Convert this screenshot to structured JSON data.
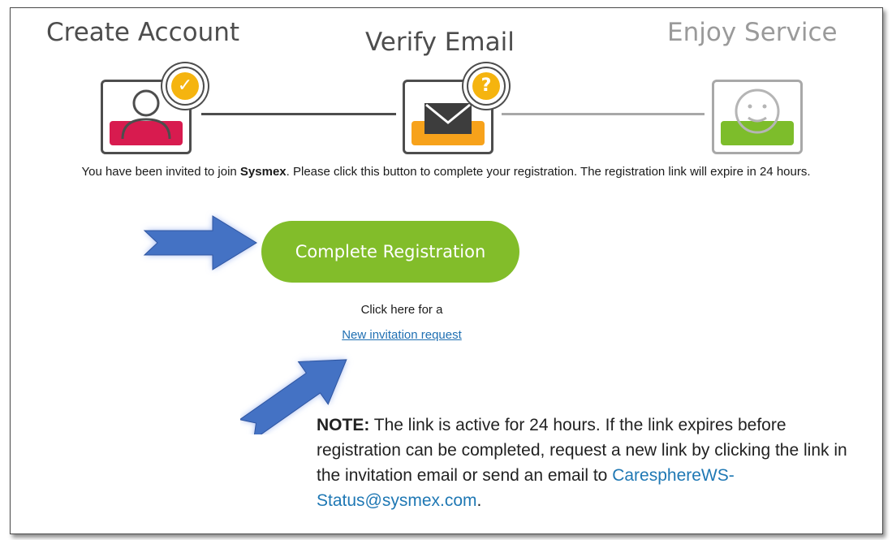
{
  "steps": [
    {
      "title": "Create Account",
      "status": "complete"
    },
    {
      "title": "Verify Email",
      "status": "current"
    },
    {
      "title": "Enjoy Service",
      "status": "pending"
    }
  ],
  "invite": {
    "prefix": "You have been invited to join ",
    "org": "Sysmex",
    "suffix": ". Please click this button to complete your registration. The registration link will expire in 24 hours."
  },
  "cta_label": "Complete Registration",
  "click_here_text": "Click here for a",
  "new_invite_link": "New invitation request",
  "note": {
    "label": "NOTE:",
    "text": " The link is active for 24 hours. If the link expires before registration can be completed, request a new link by clicking the link in the invitation email or send an email to ",
    "email": "CaresphereWS-Status@sysmex.com",
    "end": "."
  },
  "colors": {
    "step1_band": "#d81b4f",
    "step2_band": "#f7a21b",
    "step3_band": "#7dbd2b",
    "badge": "#f5b40f",
    "cta": "#82bd2a",
    "link": "#1f6fb2",
    "arrow": "#4472c4"
  },
  "icons": {
    "step1": "user-icon",
    "step1_badge": "check-icon",
    "step2": "envelope-icon",
    "step2_badge": "question-icon",
    "step3": "smiley-icon"
  }
}
